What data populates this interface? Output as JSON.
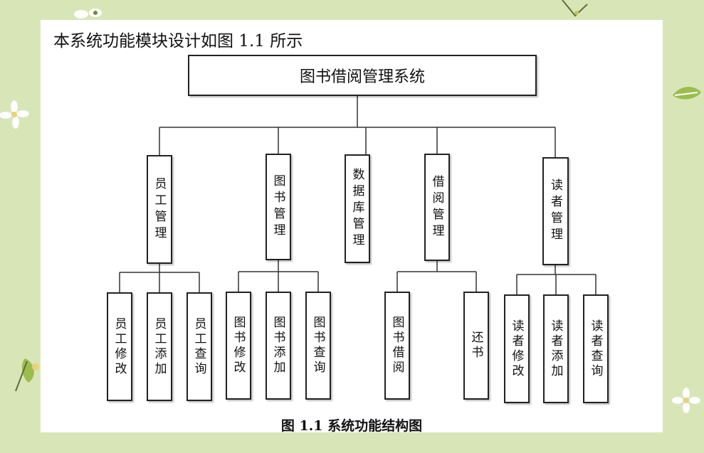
{
  "intro_text": "本系统功能模块设计如图 1.1 所示",
  "root": "图书借阅管理系统",
  "modules": [
    {
      "label": "员工管理",
      "children": [
        "员工修改",
        "员工添加",
        "员工查询"
      ]
    },
    {
      "label": "图书管理",
      "children": [
        "图书修改",
        "图书添加",
        "图书查询"
      ]
    },
    {
      "label": "数据库管理",
      "children": []
    },
    {
      "label": "借阅管理",
      "children": [
        "图书借阅",
        "还书"
      ]
    },
    {
      "label": "读者管理",
      "children": [
        "读者修改",
        "读者添加",
        "读者查询"
      ]
    }
  ],
  "caption": "图 1.1  系统功能结构图",
  "colors": {
    "background": "#d8e6b7",
    "panel": "#ffffff",
    "line": "#333333"
  }
}
